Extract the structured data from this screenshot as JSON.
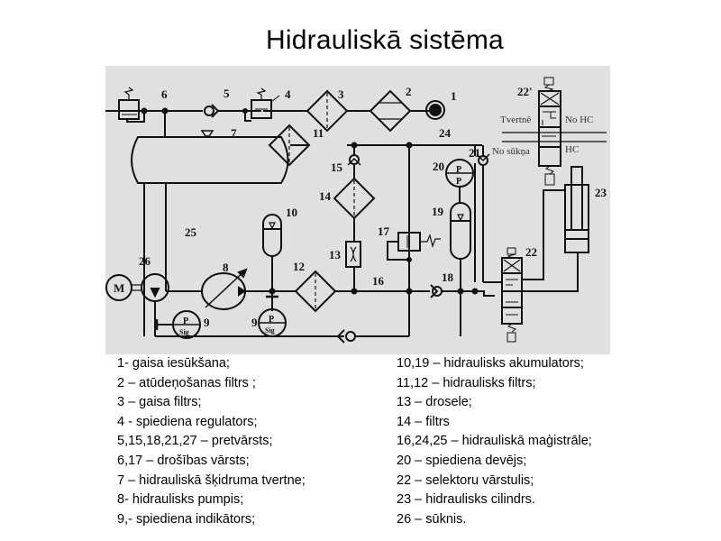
{
  "title": "Hidrauliskā sistēma",
  "diagram": {
    "component_numbers": {
      "n1": "1",
      "n2": "2",
      "n3": "3",
      "n4": "4",
      "n5": "5",
      "n6": "6",
      "n7": "7",
      "n8": "8",
      "n9a": "9",
      "n9b": "9",
      "n10": "10",
      "n11": "11",
      "n12": "12",
      "n13": "13",
      "n14": "14",
      "n15": "15",
      "n16": "16",
      "n17": "17",
      "n18": "18",
      "n19": "19",
      "n20": "20",
      "n21": "21",
      "n22": "22",
      "n22p": "22'",
      "n23": "23",
      "n24": "24",
      "n25": "25",
      "n26": "26"
    },
    "symbols": {
      "motor": "M",
      "pressure": "P",
      "signal": "Sig"
    },
    "valve_labels": {
      "tank": "Tvertnē",
      "from_pump": "No sūkņa",
      "from_hc": "No HC",
      "to_hc": "HC"
    }
  },
  "legend": {
    "left": [
      "1- gaisa iesūkšana;",
      "2 – atūdeņošanas filtrs ;",
      "3 – gaisa filtrs;",
      "4 - spiediena regulators;",
      "5,15,18,21,27 – pretvārsts;",
      "6,17 – drošības vārsts;",
      "7 – hidrauliskā šķidruma tvertne;",
      "8- hidraulisks pumpis;",
      "9,- spiediena indikātors;"
    ],
    "right": [
      "10,19 – hidraulisks akumulators;",
      "11,12 – hidraulisks filtrs;",
      "13 – drosele;",
      "14 – filtrs",
      "16,24,25 – hidrauliskā maģistrāle;",
      "20 – spiediena devējs;",
      "22 – selektoru vārstulis;",
      "23 – hidraulisks cilindrs.",
      "26 – sūknis."
    ]
  }
}
